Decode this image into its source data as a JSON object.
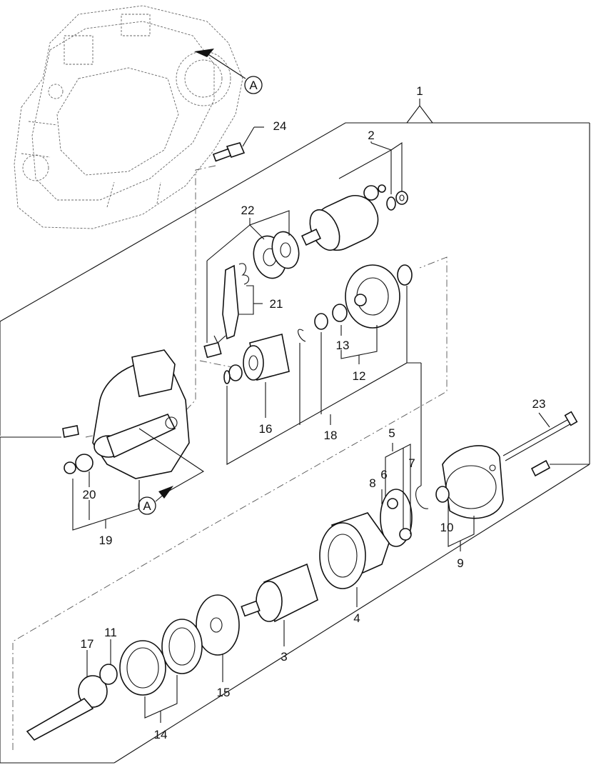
{
  "diagram": {
    "callouts": {
      "c1": "1",
      "c2": "2",
      "c3": "3",
      "c4": "4",
      "c5": "5",
      "c6": "6",
      "c7": "7",
      "c8": "8",
      "c9": "9",
      "c10": "10",
      "c11": "11",
      "c12": "12",
      "c13": "13",
      "c14": "14",
      "c15": "15",
      "c16": "16",
      "c17": "17",
      "c18": "18",
      "c19": "19",
      "c20": "20",
      "c21": "21",
      "c22": "22",
      "c23": "23",
      "c24": "24"
    },
    "reference_marks": {
      "ref_top": "A",
      "ref_bottom": "A"
    }
  }
}
